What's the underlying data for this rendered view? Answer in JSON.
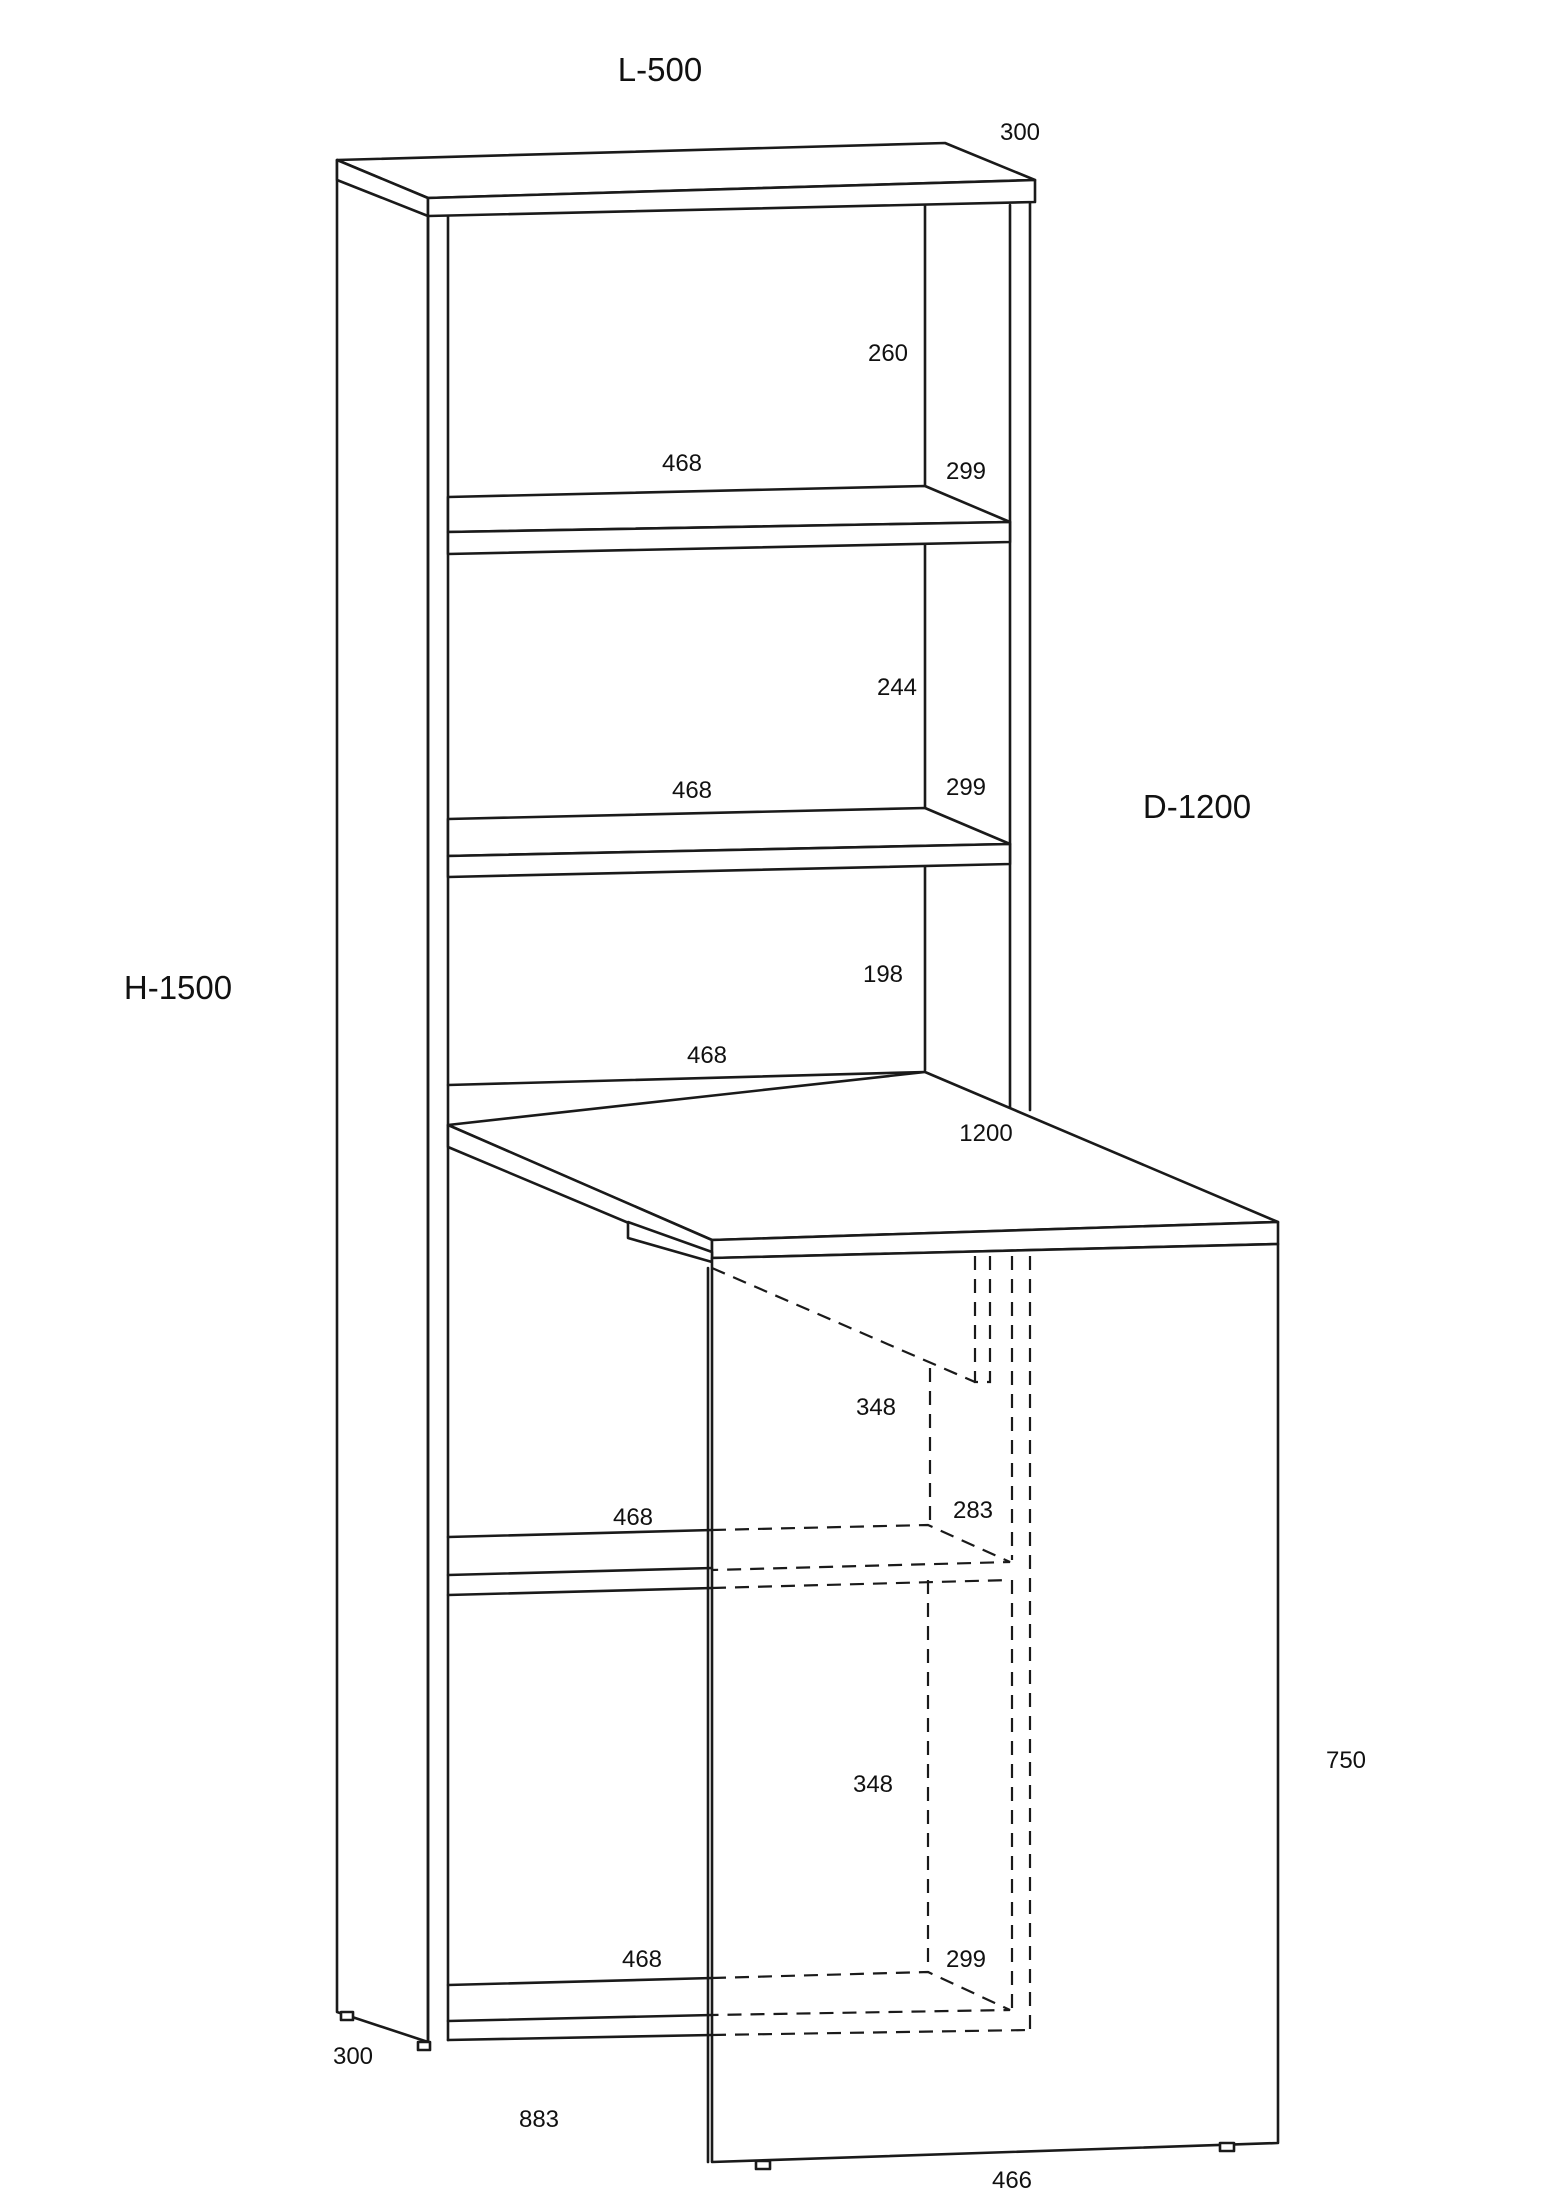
{
  "diagram": {
    "overall": {
      "length": "L-500",
      "height": "H-1500",
      "depth": "D-1200"
    },
    "dimensions": {
      "top_depth": "300",
      "compartment_1_height": "260",
      "shelf_1_width": "468",
      "shelf_1_depth": "299",
      "compartment_2_height": "244",
      "shelf_2_width": "468",
      "shelf_2_depth": "299",
      "compartment_3_height": "198",
      "desk_inner_width": "468",
      "desk_length": "1200",
      "lower_compartment_1_height": "348",
      "shelf_3_width": "468",
      "shelf_3_depth": "283",
      "lower_compartment_2_height": "348",
      "shelf_4_width": "468",
      "shelf_4_depth": "299",
      "desk_height": "750",
      "base_depth": "300",
      "desk_extension": "883",
      "desk_width": "466"
    }
  }
}
